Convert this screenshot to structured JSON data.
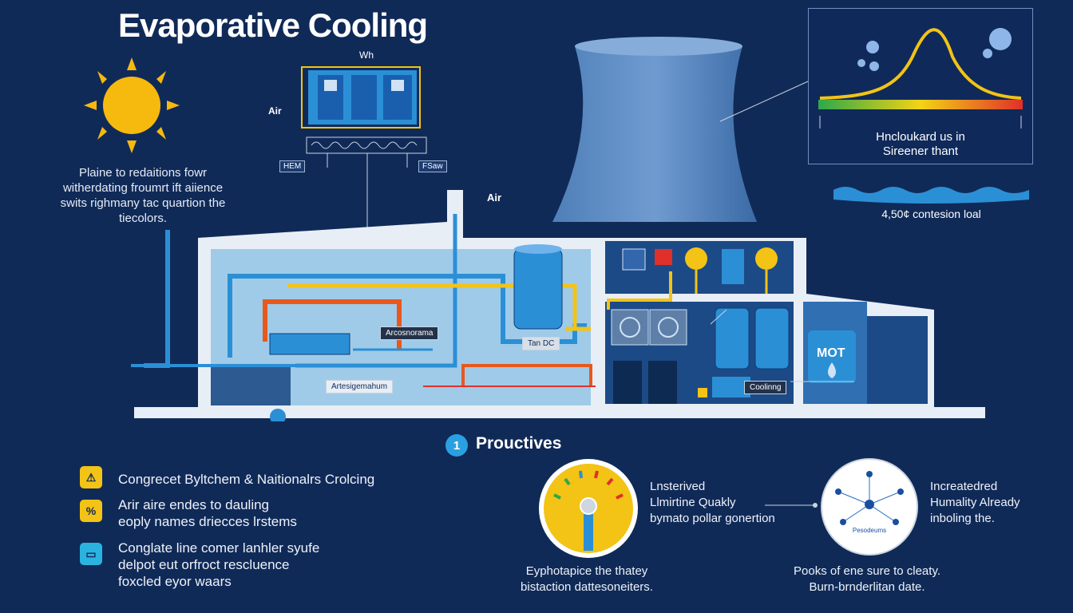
{
  "title": "Evaporative Cooling",
  "left_note": [
    "Plaine to redaitions fowr",
    "witherdating froumrt ift aiience",
    "swits righmany tac quartion the",
    "tiecolors."
  ],
  "air_units": {
    "top_label": "Wh",
    "left_label": "Air",
    "bottom_left_label": "HEM",
    "bottom_right_label": "FSaw"
  },
  "air_label_right": "Air",
  "chart_panel": {
    "line1": "Hncloukard us in",
    "line2": "Sireener thant"
  },
  "water_caption": "4,50¢ contesion loal",
  "plant_labels": {
    "label_a": "Arcosnorama",
    "label_b": "Tan DC",
    "label_c": "Artesigemahum",
    "label_d": "Coolinng",
    "tank_label": "MOT"
  },
  "section": {
    "number": "1",
    "title": "Prouctives"
  },
  "features": [
    {
      "icon": "warning-icon",
      "color": "#f3c316",
      "lines": [
        "Congrecet Byltchem & Naitionalrs Crolcing"
      ]
    },
    {
      "icon": "percent-icon",
      "color": "#f3c316",
      "lines": [
        "Arir aire endes to dauling",
        "eoply names driecces lrstems"
      ]
    },
    {
      "icon": "screen-icon",
      "color": "#2bb3e0",
      "lines": [
        "Conglate line comer lanhler syufe",
        "delpot eut orfroct rescluence",
        "foxcled eyor waars"
      ]
    }
  ],
  "gauge_block": {
    "text": [
      "Lnsterived",
      "Llmirtine Quakly",
      "bymato pollar gonertion"
    ],
    "caption": [
      "Eyphotapice the thatey",
      "bistaction dattesoneiters."
    ]
  },
  "network_block": {
    "center_label": "Pesodeums",
    "text": [
      "Increatedred",
      "Humality Already",
      "inboling the."
    ],
    "caption": [
      "Pooks of ene sure to cleaty.",
      "Burn-brnderlitan date."
    ]
  },
  "colors": {
    "background": "#102a58",
    "accent_yellow": "#f3c316",
    "accent_blue": "#2b8fd6",
    "pipe_orange": "#e8581c"
  }
}
